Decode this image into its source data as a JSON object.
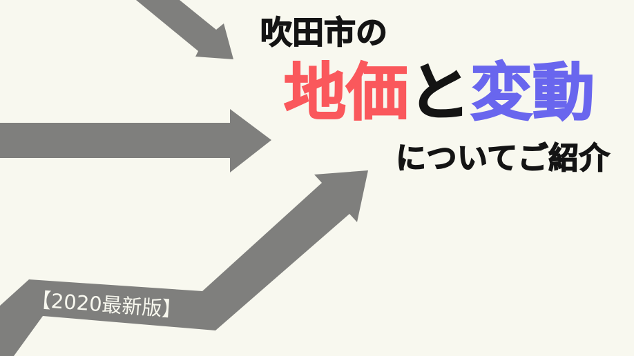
{
  "colors": {
    "background": "#f8f8ef",
    "arrow": "#7f7f7d",
    "text_black": "#141414",
    "accent_red": "#fa585c",
    "accent_blue": "#6966ee",
    "badge_text": "#f8f8ef"
  },
  "banner": {
    "line1": "吹田市の",
    "line2_parts": [
      {
        "text": "地価",
        "color": "#fa585c"
      },
      {
        "text": "と",
        "color": "#141414"
      },
      {
        "text": "変動",
        "color": "#6966ee"
      }
    ],
    "line3": "についてご紹介",
    "badge": "【2020最新版】"
  },
  "arrows": [
    {
      "name": "arrow-down-right-icon",
      "description": "gray arrow entering from top edge pointing down-right"
    },
    {
      "name": "arrow-right-icon",
      "description": "gray horizontal arrow from left edge pointing right"
    },
    {
      "name": "arrow-bent-up-right-icon",
      "description": "gray bent arrow from bottom-left rising up-right, carries badge text"
    }
  ]
}
